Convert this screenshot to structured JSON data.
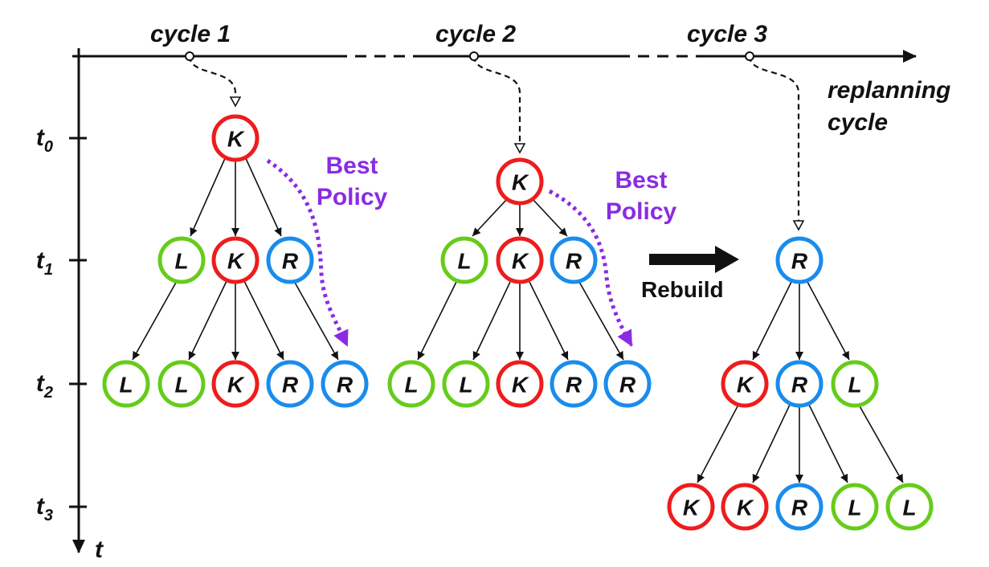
{
  "colors": {
    "K": "#ee1c1c",
    "L": "#66cc1a",
    "R": "#1a8cec",
    "policy": "#8a2be2",
    "ink": "#111111"
  },
  "timeline": {
    "cycles": [
      "cycle 1",
      "cycle 2",
      "cycle 3"
    ],
    "axis_label": [
      "replanning",
      "cycle"
    ],
    "time_axis_label": "t",
    "time_ticks": [
      {
        "base": "t",
        "sub": "0"
      },
      {
        "base": "t",
        "sub": "1"
      },
      {
        "base": "t",
        "sub": "2"
      },
      {
        "base": "t",
        "sub": "3"
      }
    ]
  },
  "trees": [
    {
      "name": "tree-cycle-1",
      "levels": [
        [
          "K"
        ],
        [
          "L",
          "K",
          "R"
        ],
        [
          "L",
          "L",
          "K",
          "R",
          "R"
        ]
      ],
      "policy_label": [
        "Best",
        "Policy"
      ]
    },
    {
      "name": "tree-cycle-2",
      "levels": [
        [
          "K"
        ],
        [
          "L",
          "K",
          "R"
        ],
        [
          "L",
          "L",
          "K",
          "R",
          "R"
        ]
      ],
      "policy_label": [
        "Best",
        "Policy"
      ]
    },
    {
      "name": "tree-cycle-3",
      "levels": [
        [
          "R"
        ],
        [
          "K",
          "R",
          "L"
        ],
        [
          "K",
          "K",
          "R",
          "L",
          "L"
        ]
      ]
    }
  ],
  "rebuild_label": "Rebuild"
}
